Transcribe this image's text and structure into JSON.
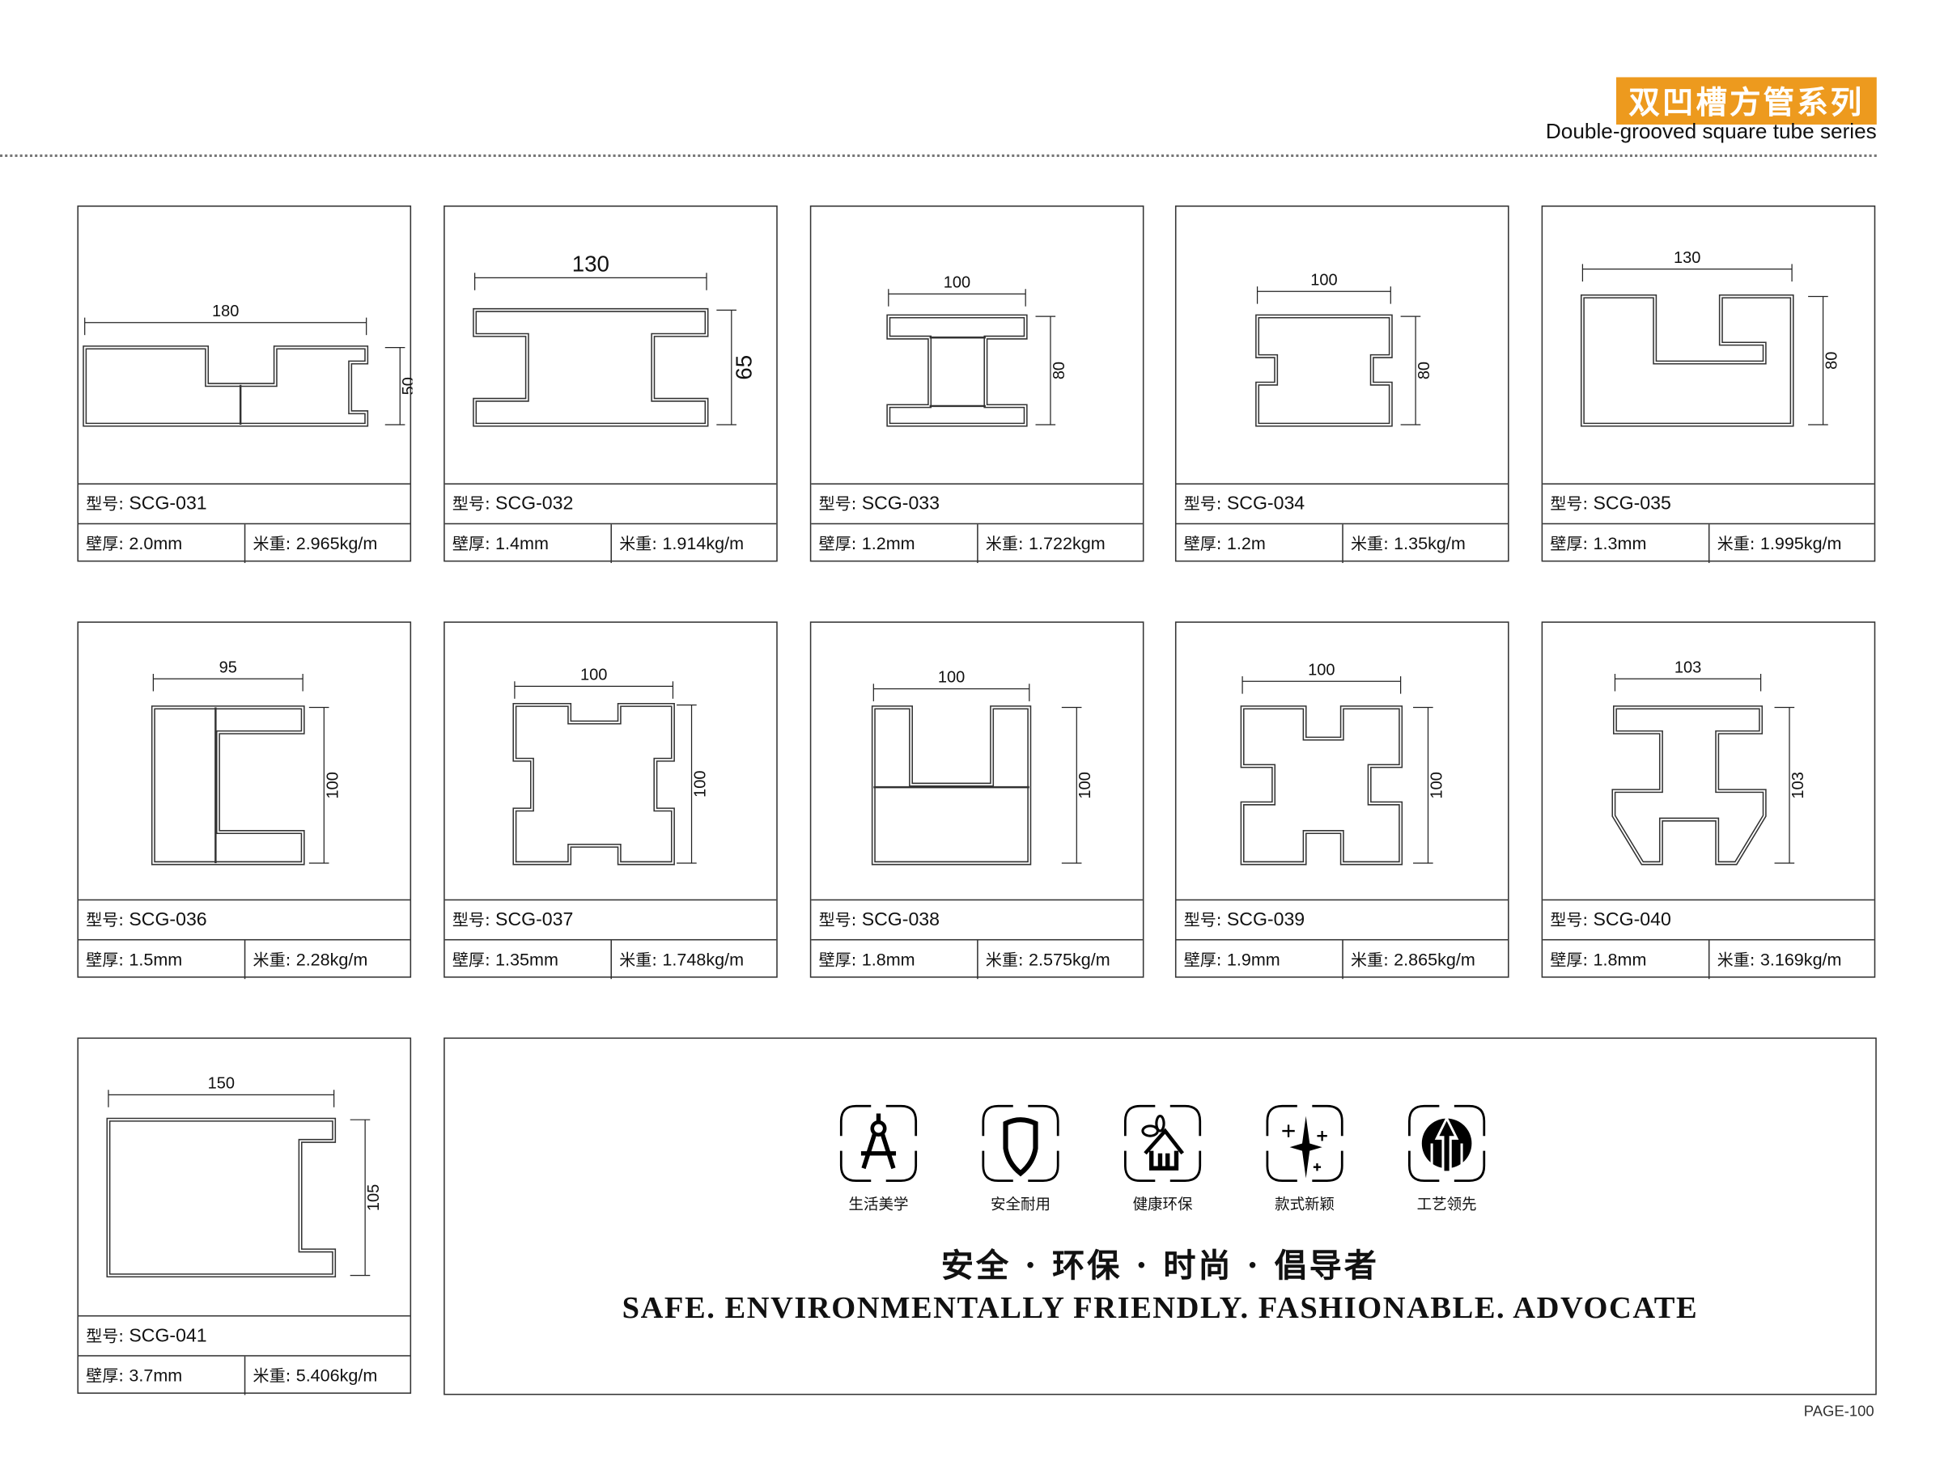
{
  "header": {
    "title_cn": "双凹槽方管系列",
    "title_en": "Double-grooved square tube series"
  },
  "labels": {
    "model": "型号: ",
    "wall": "壁厚: ",
    "weight": "米重: "
  },
  "products": [
    {
      "model": "SCG-031",
      "wall": "2.0mm",
      "weight": "2.965kg/m",
      "width": "180",
      "height": "50"
    },
    {
      "model": "SCG-032",
      "wall": "1.4mm",
      "weight": "1.914kg/m",
      "width": "130",
      "height": "65"
    },
    {
      "model": "SCG-033",
      "wall": "1.2mm",
      "weight": "1.722kgm",
      "width": "100",
      "height": "80"
    },
    {
      "model": "SCG-034",
      "wall": "1.2m",
      "weight": "1.35kg/m",
      "width": "100",
      "height": "80"
    },
    {
      "model": "SCG-035",
      "wall": "1.3mm",
      "weight": "1.995kg/m",
      "width": "130",
      "height": "80"
    },
    {
      "model": "SCG-036",
      "wall": "1.5mm",
      "weight": "2.28kg/m",
      "width": "95",
      "height": "100"
    },
    {
      "model": "SCG-037",
      "wall": "1.35mm",
      "weight": "1.748kg/m",
      "width": "100",
      "height": "100"
    },
    {
      "model": "SCG-038",
      "wall": "1.8mm",
      "weight": "2.575kg/m",
      "width": "100",
      "height": "100"
    },
    {
      "model": "SCG-039",
      "wall": "1.9mm",
      "weight": "2.865kg/m",
      "width": "100",
      "height": "100"
    },
    {
      "model": "SCG-040",
      "wall": "1.8mm",
      "weight": "3.169kg/m",
      "width": "103",
      "height": "103"
    },
    {
      "model": "SCG-041",
      "wall": "3.7mm",
      "weight": "5.406kg/m",
      "width": "150",
      "height": "105"
    }
  ],
  "features": [
    {
      "label": "生活美学",
      "icon": "compass-icon"
    },
    {
      "label": "安全耐用",
      "icon": "shield-icon"
    },
    {
      "label": "健康环保",
      "icon": "eco-house-icon"
    },
    {
      "label": "款式新颖",
      "icon": "sparkle-icon"
    },
    {
      "label": "工艺领先",
      "icon": "arrow-up-icon"
    }
  ],
  "slogan_cn": "安全 · 环保 · 时尚 · 倡导者",
  "slogan_en": "SAFE. ENVIRONMENTALLY FRIENDLY. FASHIONABLE. ADVOCATE",
  "page_number": "PAGE-100",
  "colors": {
    "accent": "#ed9a1e"
  }
}
